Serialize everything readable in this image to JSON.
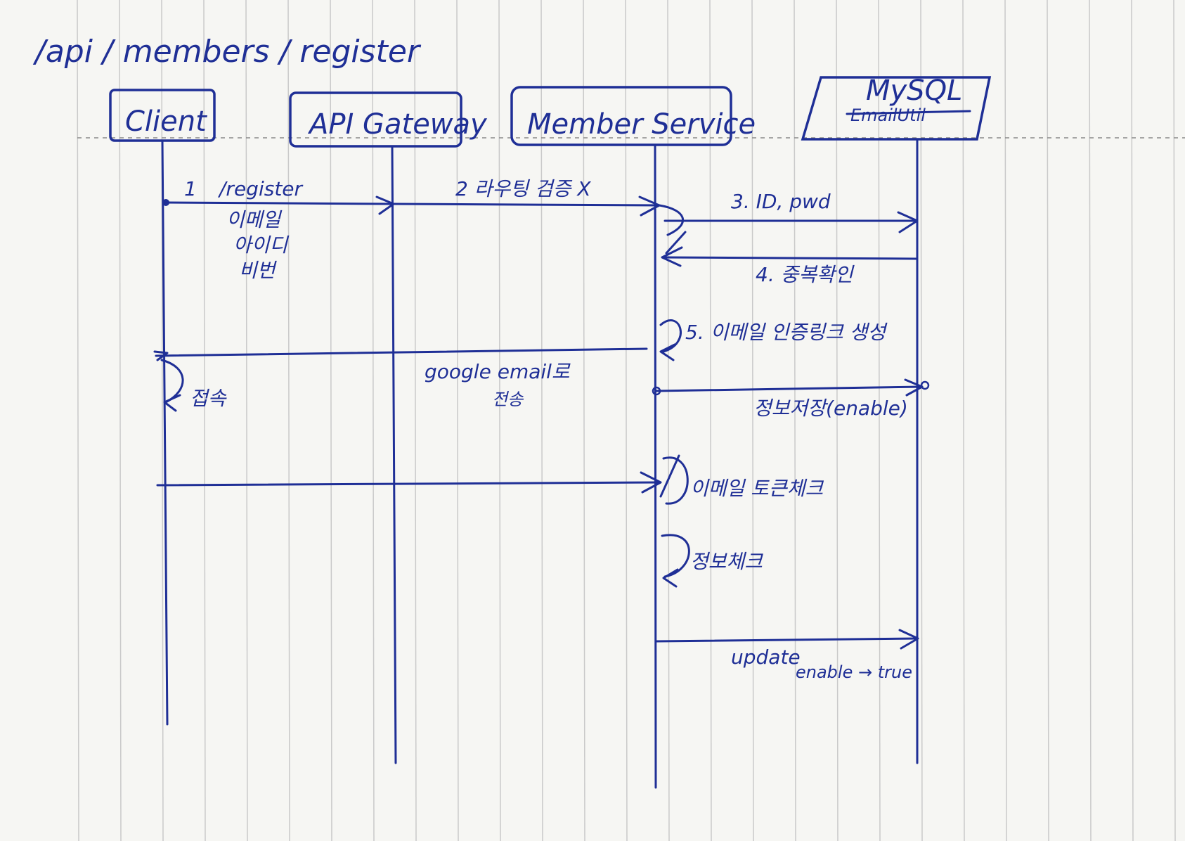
{
  "title": "/api / members / register",
  "actors": [
    {
      "name": "Client"
    },
    {
      "name": "API Gateway"
    },
    {
      "name": "Member Service"
    },
    {
      "name": "MySQL",
      "crossed_out": "EmailUtil"
    }
  ],
  "messages": {
    "m1_num": "1",
    "m1_label": "/register",
    "m1_params": [
      "이메일",
      "아이디",
      "비번"
    ],
    "m2_label": "2 라우팅 검증 X",
    "m3_label": "3. ID, pwd",
    "m4_label": "4. 중복확인",
    "m5_label": "5. 이메일 인증링크 생성",
    "m6_label": "google email로",
    "m6_label_2": "전송",
    "client_self_label": "접속",
    "m7_label": "정보저장(enable)",
    "m8_label": "이메일 토큰체크",
    "m9_label": "정보체크",
    "m10_label": "update",
    "m10_label_2": "enable → true"
  }
}
